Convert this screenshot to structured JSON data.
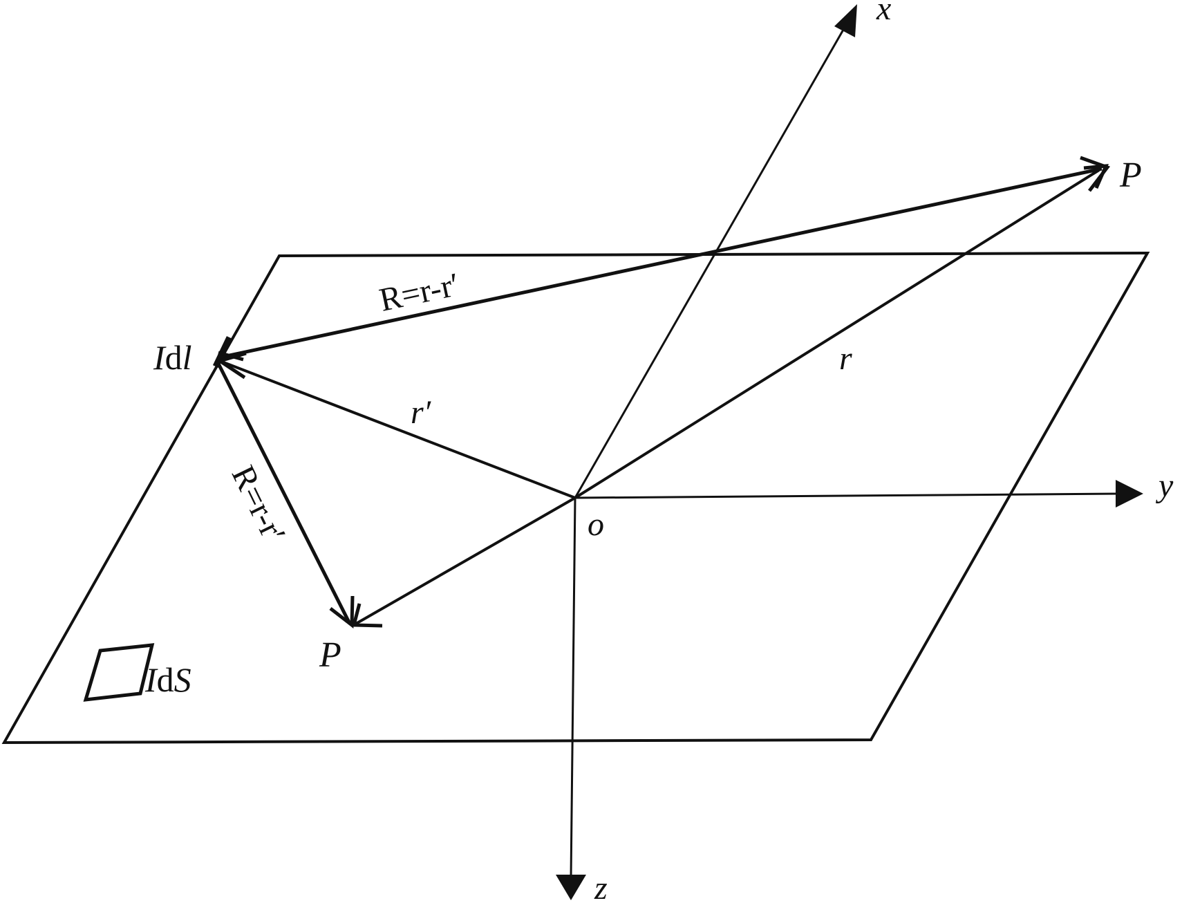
{
  "axes": {
    "x_label": "x",
    "y_label": "y",
    "z_label": "z",
    "origin_label": "o"
  },
  "points": {
    "p_upper": "P",
    "p_lower": "P"
  },
  "current_element": {
    "line_I": "I",
    "line_d": "d",
    "line_l": "l",
    "surface_I": "I",
    "surface_d": "d",
    "surface_S": "S"
  },
  "vectors": {
    "r": "r",
    "r_prime": "r′",
    "R_upper": "R=r-r′",
    "R_lower": "R=r-r′"
  },
  "colors": {
    "stroke": "#111111",
    "background": "#ffffff"
  }
}
